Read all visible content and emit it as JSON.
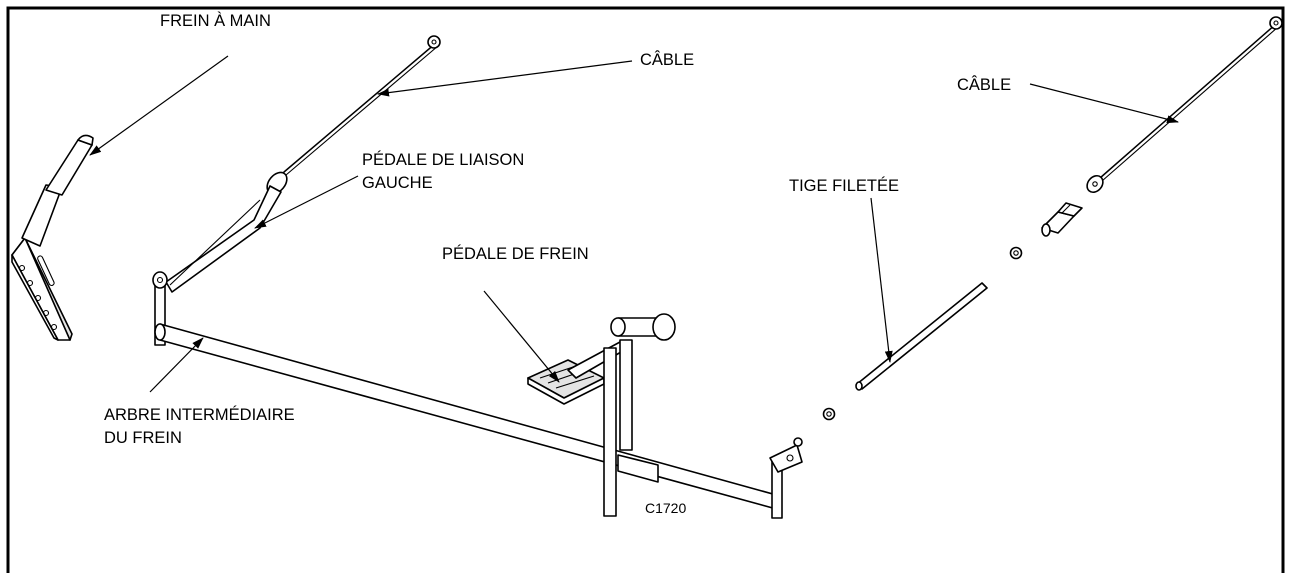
{
  "labels": {
    "handbrake": "FREIN À MAIN",
    "cable_left": "CÂBLE",
    "cable_right": "CÂBLE",
    "linkage_pedal_line1": "PÉDALE DE LIAISON",
    "linkage_pedal_line2": "GAUCHE",
    "brake_pedal": "PÉDALE DE FREIN",
    "threaded_rod": "TIGE FILETÉE",
    "cross_shaft_line1": "ARBRE INTERMÉDIAIRE",
    "cross_shaft_line2": "DU FREIN",
    "figure_code": "C1720"
  }
}
